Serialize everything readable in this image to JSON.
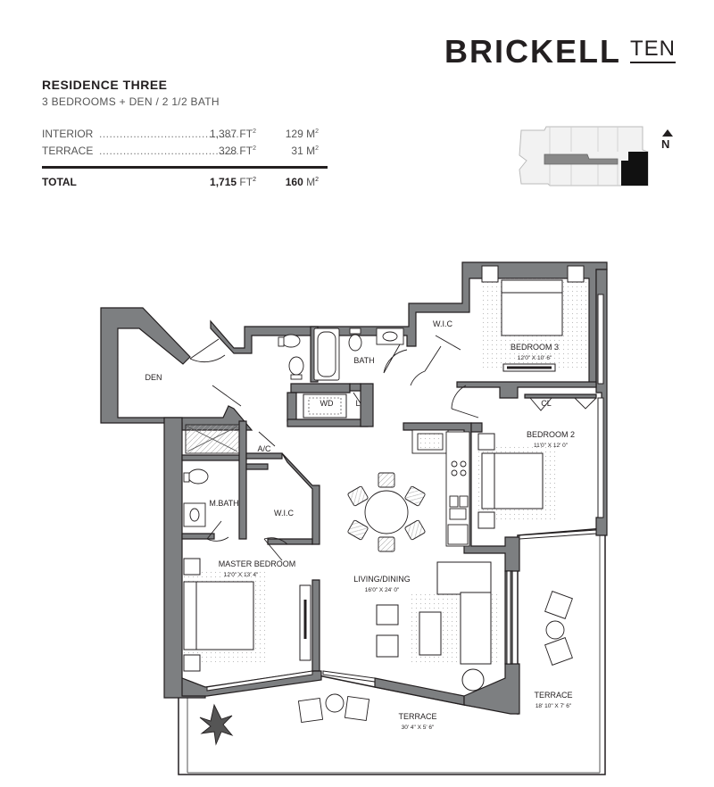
{
  "brand": {
    "name": "BRICKELL",
    "suffix": "TEN"
  },
  "residence": {
    "title": "RESIDENCE THREE",
    "subtitle": "3 BEDROOMS + DEN / 2 1/2 BATH"
  },
  "areas": [
    {
      "label": "INTERIOR",
      "dots": "......................................................",
      "ft_value": "1,387",
      "ft_unit": "FT",
      "m_value": "129",
      "m_unit": "M"
    },
    {
      "label": "TERRACE",
      "dots": "......................................................",
      "ft_value": "328",
      "ft_unit": "FT",
      "m_value": "31",
      "m_unit": "M"
    }
  ],
  "total": {
    "label": "TOTAL",
    "ft_value": "1,715",
    "ft_unit": "FT",
    "m_value": "160",
    "m_unit": "M"
  },
  "area_superscript": "2",
  "north": {
    "label": "N",
    "icon": "north-arrow-icon"
  },
  "rooms": {
    "den": "DEN",
    "bath": "BATH",
    "wic_top": "W.I.C",
    "bedroom3": {
      "name": "BEDROOM 3",
      "dims": "12'0\" X 10' 6\""
    },
    "wd": "WD",
    "laundry": "L",
    "closet": "CL",
    "ac": "A/C",
    "bedroom2": {
      "name": "BEDROOM 2",
      "dims": "11'0\" X 12' 0\""
    },
    "mbath": "M.BATH",
    "wic_master": "W.I.C",
    "master_bedroom": {
      "name": "MASTER BEDROOM",
      "dims": "12'0\" X 13' 4\""
    },
    "living_dining": {
      "name": "LIVING/DINING",
      "dims": "16'0\" X 24' 0\""
    },
    "terrace_east": {
      "name": "TERRACE",
      "dims": "18' 10\" X 7' 6\""
    },
    "terrace_south": {
      "name": "TERRACE",
      "dims": "30' 4\" X 5' 6\""
    }
  }
}
